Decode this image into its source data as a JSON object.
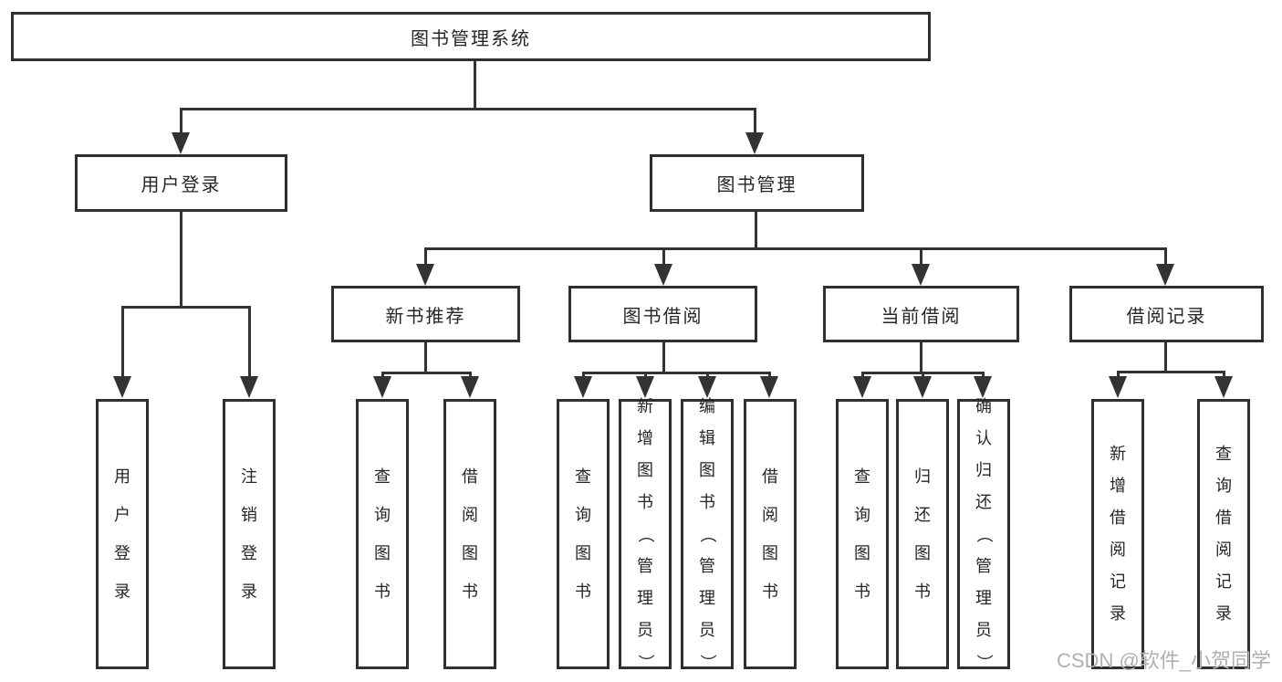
{
  "tree": {
    "root": {
      "label": "图书管理系统"
    },
    "branches": [
      {
        "label": "用户登录",
        "leaves": [
          "用户登录",
          "注销登录"
        ]
      },
      {
        "label": "图书管理",
        "groups": [
          {
            "label": "新书推荐",
            "leaves": [
              "查询图书",
              "借阅图书"
            ]
          },
          {
            "label": "图书借阅",
            "leaves": [
              "查询图书",
              "新增图书（管理员）",
              "编辑图书（管理员）",
              "借阅图书"
            ]
          },
          {
            "label": "当前借阅",
            "leaves": [
              "查询图书",
              "归还图书",
              "确认归还（管理员）"
            ]
          },
          {
            "label": "借阅记录",
            "leaves": [
              "新增借阅记录",
              "查询借阅记录"
            ]
          }
        ]
      }
    ]
  },
  "watermark": {
    "text": "CSDN @软件_小贺同学"
  },
  "colors": {
    "line": "#333333",
    "box_border": "#2f2f2f",
    "text": "#262626",
    "watermark": "#b0b0b0",
    "background": "#ffffff"
  }
}
